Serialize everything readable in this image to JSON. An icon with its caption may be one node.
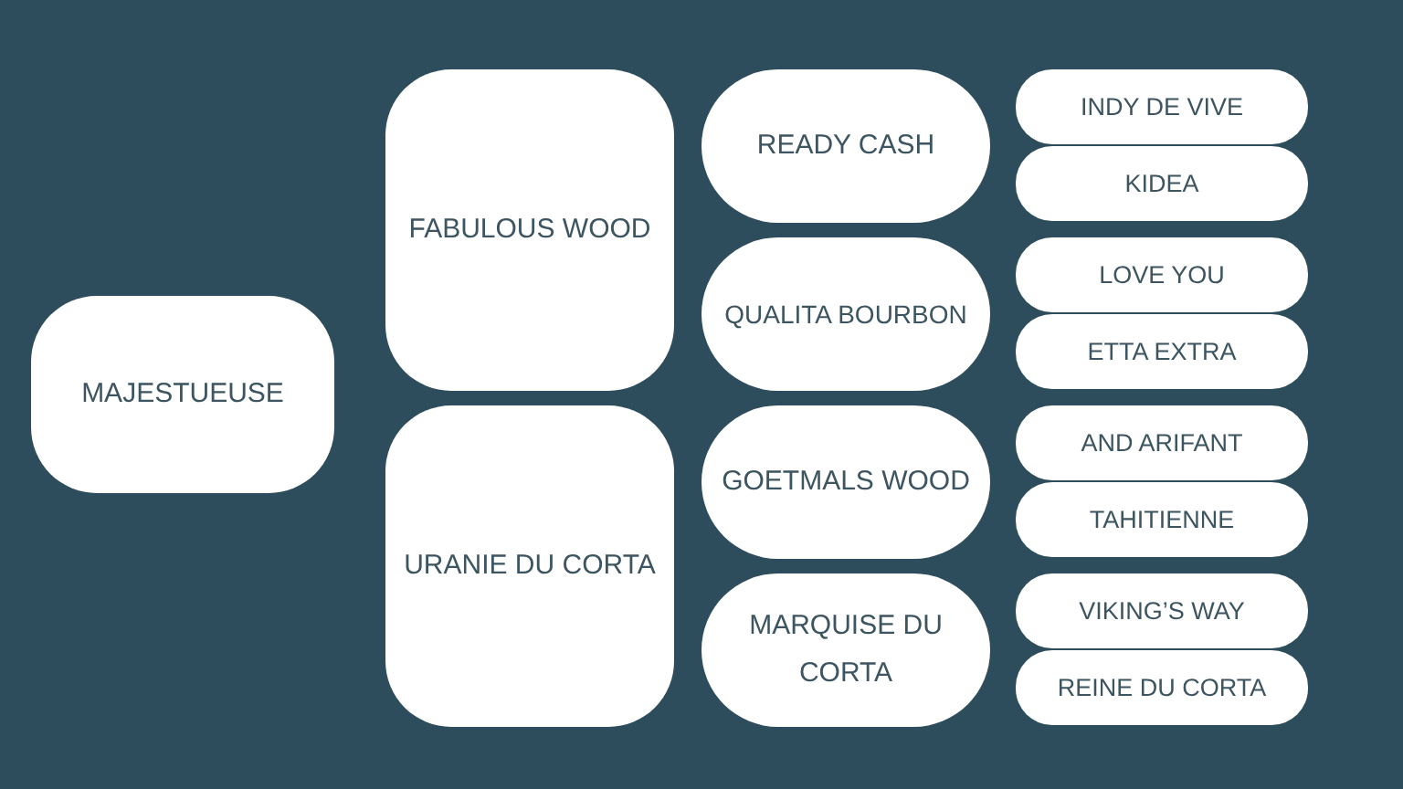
{
  "diagram": {
    "nodes": [
      {
        "text": [
          "MAJESTUEUSE"
        ]
      },
      {
        "text": [
          "FABULOUS WOOD"
        ]
      },
      {
        "text": [
          "URANIE DU CORTA"
        ]
      },
      {
        "text": [
          "READY CASH"
        ]
      },
      {
        "text": [
          "QUALITA BOURBON"
        ]
      },
      {
        "text": [
          "GOETMALS WOOD"
        ]
      },
      {
        "text": [
          "MARQUISE DU CORTA"
        ]
      },
      {
        "text": [
          "INDY DE VIVE"
        ]
      },
      {
        "text": [
          "KIDEA"
        ]
      },
      {
        "text": [
          "LOVE YOU"
        ]
      },
      {
        "text": [
          "ETTA EXTRA"
        ]
      },
      {
        "text": [
          "AND ARIFANT"
        ]
      },
      {
        "text": [
          "TAHITIENNE"
        ]
      },
      {
        "text": [
          "VIKING’S WAY"
        ]
      },
      {
        "text": [
          "REINE DU CORTA"
        ]
      }
    ]
  }
}
